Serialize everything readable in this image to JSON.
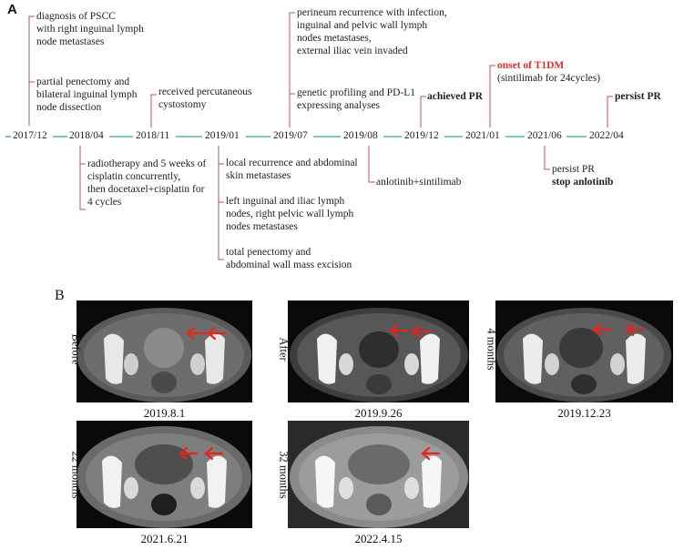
{
  "panel_a": {
    "label": "A",
    "dates": [
      "2017/12",
      "2018/04",
      "2018/11",
      "2019/01",
      "2019/07",
      "2019/08",
      "2019/12",
      "2021/01",
      "2021/06",
      "2022/04"
    ],
    "events": {
      "e2017_diag": [
        "diagnosis of PSCC",
        "with right inguinal lymph",
        "node metastases"
      ],
      "e2017_surg": [
        "partial penectomy and",
        "bilateral inguinal lymph",
        "node dissection"
      ],
      "e2018_04": [
        "radiotherapy and 5 weeks of",
        "cisplatin concurrently,",
        "then docetaxel+cisplatin for",
        "4 cycles"
      ],
      "e2018_11": [
        "received percutaneous",
        "cystostomy"
      ],
      "e2019_01_a": [
        "local recurrence and abdominal",
        "skin metastases"
      ],
      "e2019_01_b": [
        "left inguinal and iliac lymph",
        "nodes, right pelvic wall lymph",
        "nodes metastases"
      ],
      "e2019_01_c": [
        "total penectomy and",
        "abdominal wall mass excision"
      ],
      "e2019_07_a": [
        "perineum recurrence with infection,",
        "inguinal and pelvic wall lymph",
        "nodes metastases,",
        "external iliac vein  invaded"
      ],
      "e2019_07_b": [
        "genetic profiling and PD-L1",
        "expressing analyses"
      ],
      "e2019_08": [
        "anlotinib+sintilimab"
      ],
      "e2019_12": "achieved PR",
      "e2021_01_title": "onset of T1DM",
      "e2021_01_sub": "(sintilimab for 24cycles)",
      "e2021_06_a": "persist PR",
      "e2021_06_b": "stop anlotinib",
      "e2022_04": "persist PR"
    }
  },
  "panel_b": {
    "label": "B",
    "scans": [
      {
        "side_label": "Before",
        "date": "2019.8.1"
      },
      {
        "side_label": "After",
        "date": "2019.9.26"
      },
      {
        "side_label": "4 months",
        "date": "2019.12.23"
      },
      {
        "side_label": "22 months",
        "date": "2021.6.21"
      },
      {
        "side_label": "32 months",
        "date": "2022.4.15"
      }
    ]
  },
  "colors": {
    "timeline": "#3aaa78",
    "connector": "#c0504d",
    "highlight": "#d4302a",
    "arrow": "#e8231c"
  }
}
